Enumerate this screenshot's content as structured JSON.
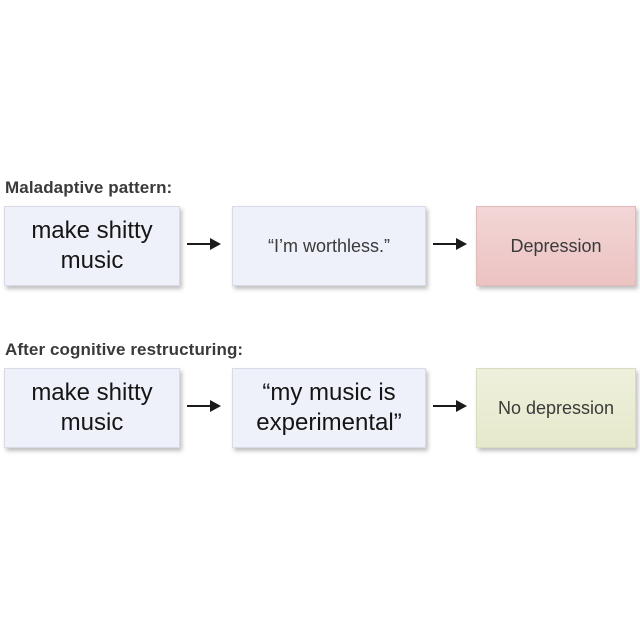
{
  "maladaptive": {
    "title": "Maladaptive pattern:",
    "trigger": "make shitty music",
    "thought": "“I’m worthless.”",
    "outcome": "Depression"
  },
  "restructured": {
    "title": "After cognitive restructuring:",
    "trigger": "make shitty music",
    "thought": "“my music is experimental”",
    "outcome": "No depression"
  },
  "colors": {
    "box_fill": "#eef1f9",
    "negative_fill": "#ecc3c2",
    "positive_fill": "#e6e9cb",
    "arrow": "#1a1a1a"
  },
  "icons": {
    "connector": "arrow-right-icon"
  }
}
